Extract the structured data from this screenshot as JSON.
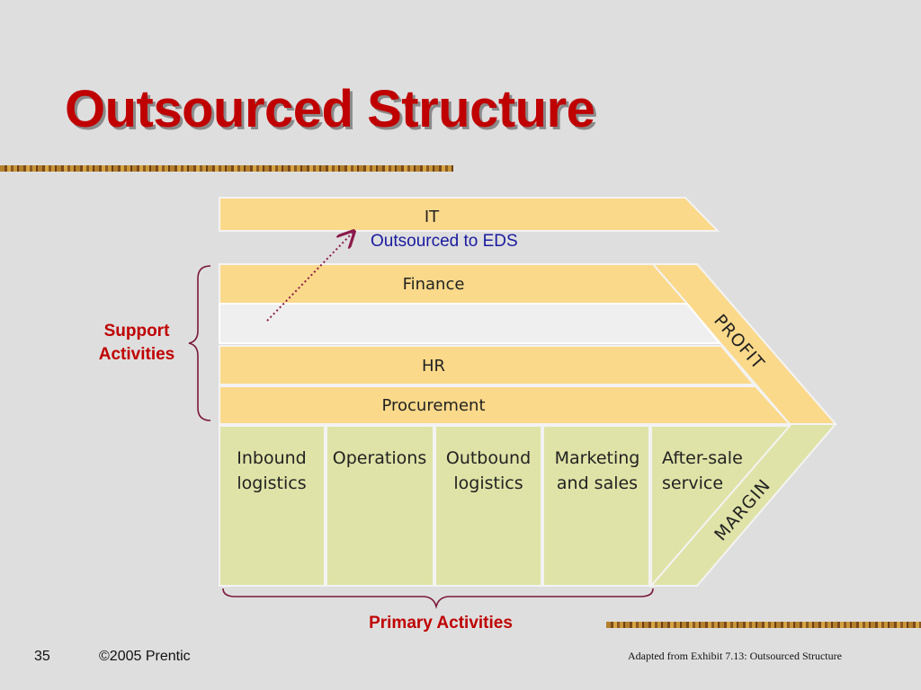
{
  "slide": {
    "title": "Outsourced Structure",
    "page_number": "35",
    "copyright": "©2005 Prentic",
    "source_note": "Adapted from Exhibit 7.13: Outsourced Structure"
  },
  "diagram": {
    "outsourced_activity": "IT",
    "outsourced_note": "Outsourced to EDS",
    "support_label": [
      "Support",
      "Activities"
    ],
    "primary_label": "Primary Activities",
    "support_activities": [
      "Finance",
      "",
      "HR",
      "Procurement"
    ],
    "primary_activities": [
      [
        "Inbound",
        "logistics"
      ],
      [
        "Operations"
      ],
      [
        "Outbound",
        "logistics"
      ],
      [
        "Marketing",
        "and sales"
      ],
      [
        "After-sale",
        "service"
      ]
    ],
    "profit_label": "PROFIT",
    "margin_label": "MARGIN",
    "colors": {
      "support_fill": "#fbd98a",
      "primary_fill": "#dfe3a7",
      "title_red": "#c00000",
      "note_blue": "#1a1aa0",
      "arrow_maroon": "#8b1a4a"
    }
  }
}
